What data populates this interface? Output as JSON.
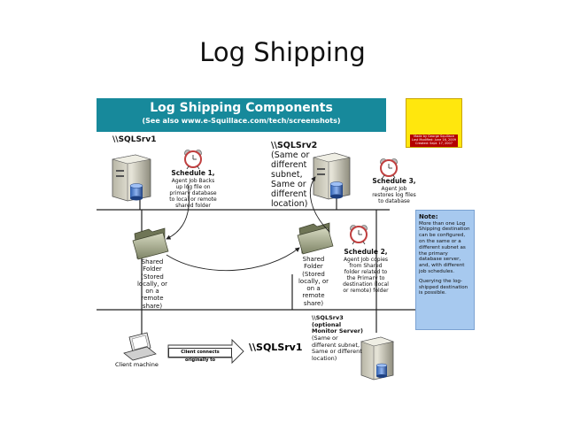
{
  "slide": {
    "title": "Log Shipping"
  },
  "banner": {
    "title": "Log Shipping Components",
    "subtitle": "(See also www.e-Squillace.com/tech/screenshots)"
  },
  "servers": {
    "srv1": {
      "name": "\\\\SQLSrv1"
    },
    "srv2": {
      "lines": [
        "\\\\SQLSrv2",
        "(Same or",
        "different",
        "subnet,",
        "Same or",
        "different",
        "location)"
      ]
    },
    "srv3": {
      "lines": [
        "\\\\SQLSrv3",
        "(optional",
        "Monitor Server)",
        "(Same or",
        "different subnet,",
        "Same or different",
        "location)"
      ]
    }
  },
  "schedules": {
    "s1": {
      "title": "Schedule 1,",
      "lines": [
        "Agent Job Backs",
        "up log file on",
        "primary database",
        "to local or remote",
        "shared folder"
      ]
    },
    "s2": {
      "title": "Schedule 2,",
      "lines": [
        "Agent Job copies",
        "from Shared",
        "folder related to",
        "the Primary to",
        "destination (local",
        "or remote) folder"
      ]
    },
    "s3": {
      "title": "Schedule 3,",
      "lines": [
        "Agent Job",
        "restores log files",
        "to database"
      ]
    }
  },
  "folders": {
    "f1": {
      "lines": [
        "Shared",
        "Folder",
        "(Stored",
        "locally, or",
        "on a",
        "remote",
        "share)"
      ]
    },
    "f2": {
      "lines": [
        "Shared",
        "Folder",
        "(Stored",
        "locally, or",
        "on a",
        "remote",
        "share)"
      ]
    }
  },
  "note": {
    "heading": "Note:",
    "para1": "More than one Log Shipping destination can be configured, on the same or a different subnet as the primary database server, and, with different job schedules.",
    "para2": "Querying the log-shipped destination is possible."
  },
  "logo": {
    "caption": "Made by George Squillace  Last Modified: June 16, 2009  Created: Sept. 17, 2007"
  },
  "client": {
    "label": "Client machine",
    "connects": "Client connects originally to",
    "target": "\\\\SQLSrv1"
  },
  "colors": {
    "banner": "#17899b",
    "note_bg": "#a7c9ef",
    "logo_bg": "#ffe70d"
  }
}
